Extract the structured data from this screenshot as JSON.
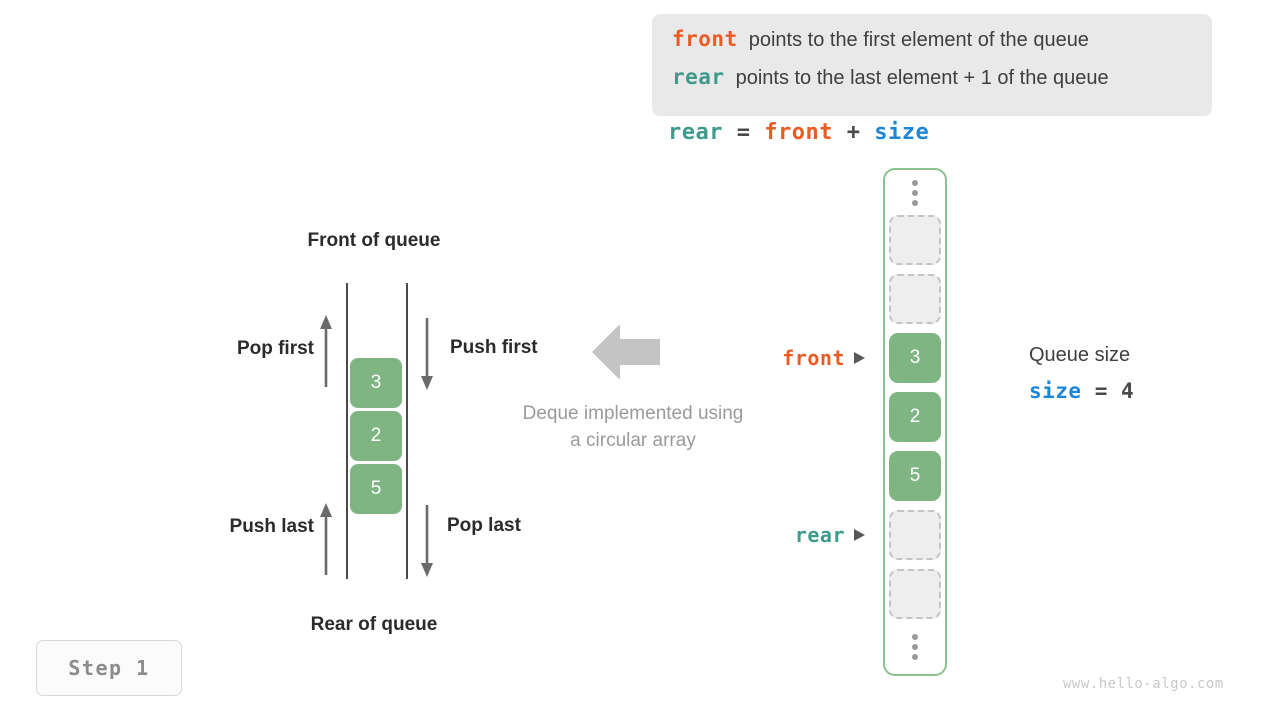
{
  "legend": {
    "lines": [
      {
        "keyword": "front",
        "text": "points to the first element of the queue",
        "color": "#ec5b24"
      },
      {
        "keyword": "rear",
        "text": "points to the last element + 1 of the queue",
        "color": "#3e9a8c"
      }
    ]
  },
  "formula": {
    "lhs": "rear",
    "eq": " = ",
    "rhs1": "front",
    "plus": " + ",
    "rhs2": "size"
  },
  "deque": {
    "title_top": "Front of queue",
    "title_bottom": "Rear of queue",
    "cells": [
      "3",
      "2",
      "5"
    ],
    "labels": {
      "pop_first": "Pop first",
      "push_first": "Push first",
      "push_last": "Push last",
      "pop_last": "Pop last"
    },
    "caption_line1": "Deque implemented using",
    "caption_line2": "a circular array"
  },
  "array": {
    "ellipsis": "vertical-ellipsis",
    "cells": [
      {
        "value": "",
        "state": "empty"
      },
      {
        "value": "",
        "state": "empty"
      },
      {
        "value": "3",
        "state": "filled"
      },
      {
        "value": "2",
        "state": "filled"
      },
      {
        "value": "5",
        "state": "filled"
      },
      {
        "value": "",
        "state": "empty"
      },
      {
        "value": "",
        "state": "empty"
      }
    ],
    "pointers": {
      "front": "front",
      "rear": "rear"
    }
  },
  "size_panel": {
    "title": "Queue size",
    "var": "size",
    "eq": " = ",
    "value": "4"
  },
  "step": {
    "label": "Step 1"
  },
  "watermark": {
    "text": "www.hello-algo.com"
  },
  "colors": {
    "front": "#ec5b24",
    "rear": "#3e9a8c",
    "size": "#1c86d8",
    "cell_fill": "#7fb583",
    "array_border": "#8cc28f",
    "legend_bg": "#e9e9e9"
  }
}
